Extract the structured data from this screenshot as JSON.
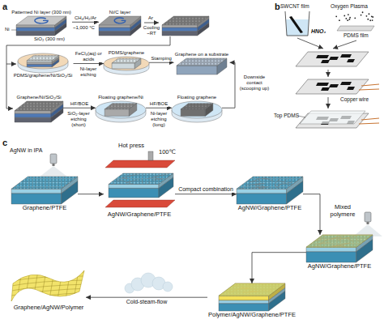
{
  "diagram": {
    "nodes": [
      {
        "text": [
          "Patterned Ni layer (300 nm)"
        ]
      },
      {
        "text": [
          "Ni/C layer"
        ]
      },
      {
        "text": [
          "PDMS/graphene/Ni/SiO₂/Si"
        ]
      },
      {
        "text": [
          "PDMS/graphene"
        ]
      },
      {
        "text": [
          "Graphene on a substrate"
        ]
      },
      {
        "text": [
          "Graphene/Ni/SiO₂/Si"
        ]
      },
      {
        "text": [
          "Floating graphene/Ni"
        ]
      },
      {
        "text": [
          "Floating graphene"
        ]
      },
      {
        "text": [
          "Graphene/PTFE"
        ]
      },
      {
        "text": [
          "AgNW/Graphene/PTFE"
        ]
      },
      {
        "text": [
          "AgNW/Graphene/PTFE"
        ]
      },
      {
        "text": [
          "AgNW/Graphene/PTFE"
        ]
      },
      {
        "text": [
          "Polymer/AgNW/Graphene/PTFE"
        ]
      },
      {
        "text": [
          "Graphene/AgNW/Polymer"
        ]
      }
    ],
    "edges": [
      {
        "from": 0,
        "to": 1,
        "arrow": "to",
        "label": "CH₄/H₂/Ar"
      },
      {
        "from": 2,
        "to": 3,
        "arrow": "to",
        "label": "FeCl₃(aq) or acids"
      },
      {
        "from": 3,
        "to": 4,
        "arrow": "to",
        "label": "Stamping"
      },
      {
        "from": 5,
        "to": 6,
        "arrow": "to",
        "label": "HF/BOE"
      },
      {
        "from": 6,
        "to": 7,
        "arrow": "to",
        "label": "HF/BOE"
      },
      {
        "from": 7,
        "to": 4,
        "arrow": "to",
        "label": "Downside contact (scooping up)"
      },
      {
        "from": 8,
        "to": 9,
        "arrow": "to"
      },
      {
        "from": 9,
        "to": 10,
        "arrow": "to",
        "label": "Compact combination"
      },
      {
        "from": 10,
        "to": 11,
        "arrow": "to"
      },
      {
        "from": 11,
        "to": 12,
        "arrow": "to"
      },
      {
        "from": 12,
        "to": 13,
        "arrow": "to",
        "label": "Cold-steam-flow"
      }
    ],
    "labels": [
      "a",
      "b",
      "c",
      "Ni",
      "SiO₂ (300 nm)",
      "~1,000 °C",
      "Ar",
      "Cooling ~RT",
      "Ni-layer etching",
      "SiO₂-layer etching (short)",
      "Ni-layer etching (long)",
      "SWCNT film",
      "Oxygen Plasma",
      "PDMS film",
      "HNO₃",
      "Copper wire",
      "Top PDMS",
      "AgNW in IPA",
      "Hot press",
      "100℃",
      "Mixed polymere"
    ]
  }
}
